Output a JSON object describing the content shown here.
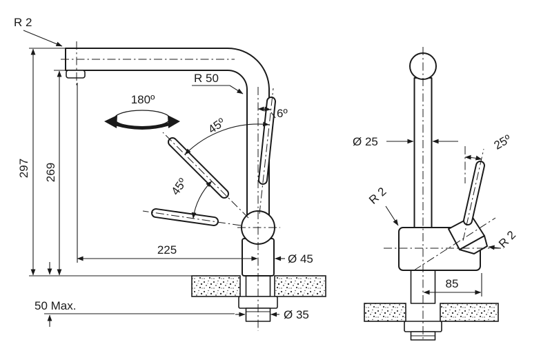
{
  "drawing": {
    "front": {
      "tip_radius": "R 2",
      "overall_height": "297",
      "spout_height": "269",
      "bend_radius": "R 50",
      "swivel": "180º",
      "handle_tilt": "6º",
      "handle_swing_upper": "45º",
      "handle_swing_lower": "45º",
      "spout_reach": "225",
      "base_diameter": "Ø 45",
      "max_counter_thickness": "50 Max.",
      "hole_diameter": "Ø 35"
    },
    "side": {
      "tube_diameter": "Ø 25",
      "handle_angle": "25º",
      "base_radius_front": "R 2",
      "base_radius_back": "R 2",
      "base_depth": "85"
    },
    "colors": {
      "line": "#1a1a1a",
      "background": "#ffffff"
    }
  }
}
